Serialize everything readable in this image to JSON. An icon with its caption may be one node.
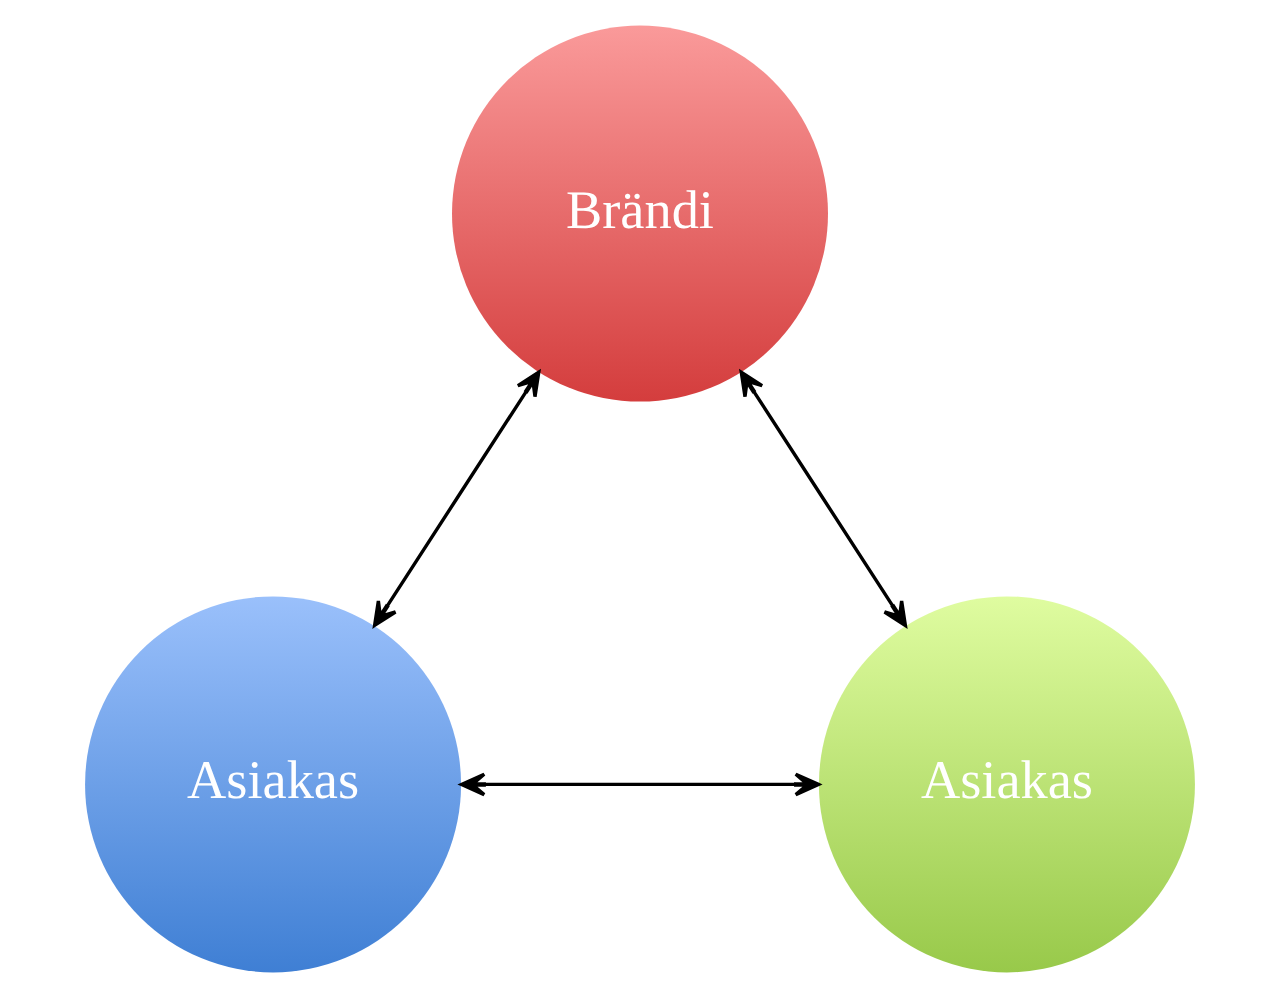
{
  "diagram": {
    "nodes": [
      {
        "text": [
          "Brändi"
        ]
      },
      {
        "text": [
          "Asiakas"
        ]
      },
      {
        "text": [
          "Asiakas"
        ]
      }
    ],
    "edges": [
      {
        "from": 1,
        "to": 0,
        "arrow": "both"
      },
      {
        "from": 0,
        "to": 2,
        "arrow": "both"
      },
      {
        "from": 1,
        "to": 2,
        "arrow": "both"
      }
    ]
  }
}
